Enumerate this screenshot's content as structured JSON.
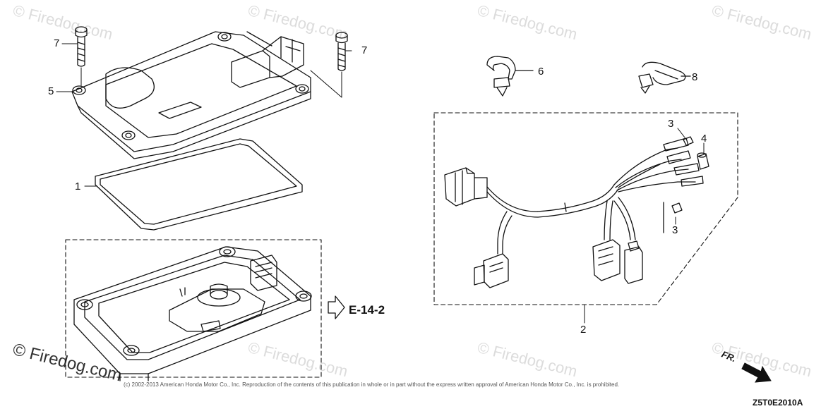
{
  "watermark_text": "© Firedog.com",
  "footer": {
    "copyright": "(c) 2002-2013 American Honda Motor Co., Inc. Reproduction of the contents of this publication in whole or in part without the express written approval of American Honda Motor Co., Inc. is prohibited.",
    "ref_code": "Z5T0E2010A"
  },
  "reference": {
    "label": "E-14-2"
  },
  "direction": {
    "label": "FR."
  },
  "callouts": {
    "c1": "1",
    "c2": "2",
    "c3a": "3",
    "c3b": "3",
    "c4": "4",
    "c5": "5",
    "c6": "6",
    "c7a": "7",
    "c7b": "7",
    "c8": "8"
  }
}
